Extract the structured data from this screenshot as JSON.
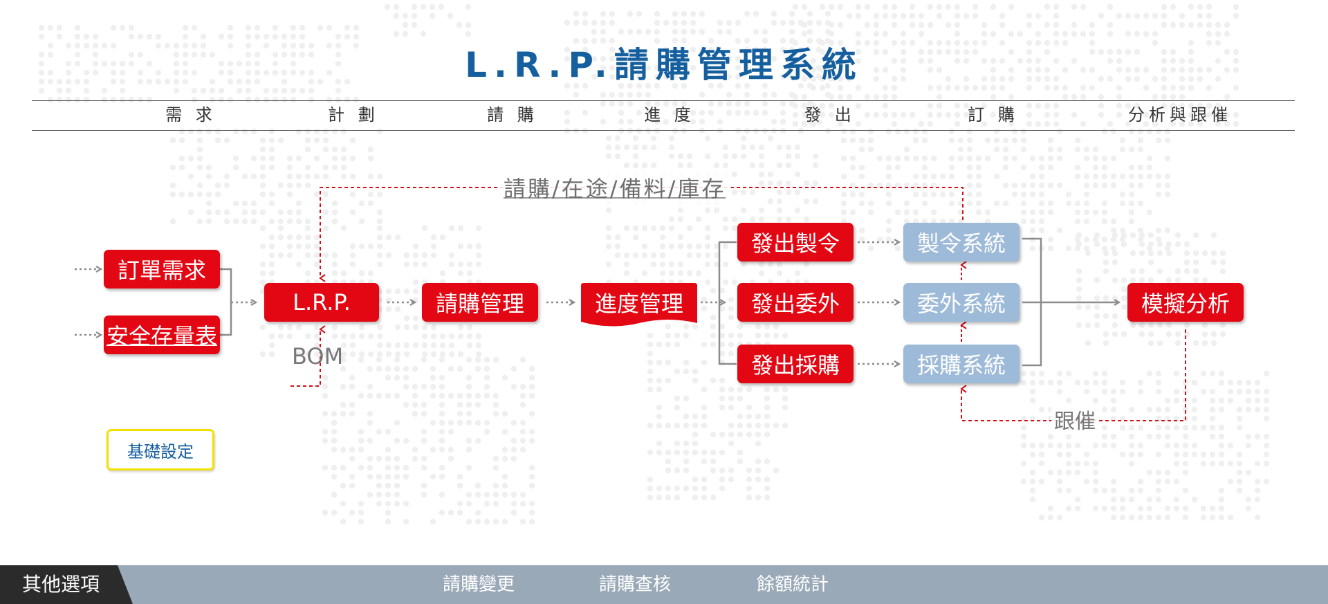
{
  "title": "L.R.P.請購管理系統",
  "stages": [
    "需 求",
    "計 劃",
    "請 購",
    "進 度",
    "發 出",
    "訂 購",
    "分析與跟催"
  ],
  "flow": {
    "order_demand": "訂單需求",
    "safety_stock": "安全存量表",
    "lrp": "L.R.P.",
    "bom": "BOM",
    "purchase_mgmt": "請購管理",
    "progress_mgmt": "進度管理",
    "issue_work_order": "發出製令",
    "issue_outsource": "發出委外",
    "issue_purchase": "發出採購",
    "work_order_system": "製令系統",
    "outsource_system": "委外系統",
    "purchase_system": "採購系統",
    "simulation_analysis": "模擬分析",
    "return_label": "請購/在途/備料/庫存",
    "follow_up": "跟催"
  },
  "basic_settings": "基礎設定",
  "footer": {
    "tab_label": "其他選項",
    "links": [
      "請購變更",
      "請購查核",
      "餘額統計"
    ]
  },
  "colors": {
    "title_blue": "#155f9f",
    "box_red": "#e30613",
    "box_blue": "#9dbad8",
    "dashed_red": "#d0101a",
    "arrow_gray": "#8c8c8c",
    "footer_bg": "#9aa9b8",
    "footer_tab": "#2b2b2b",
    "basic_border": "#f2e100"
  }
}
